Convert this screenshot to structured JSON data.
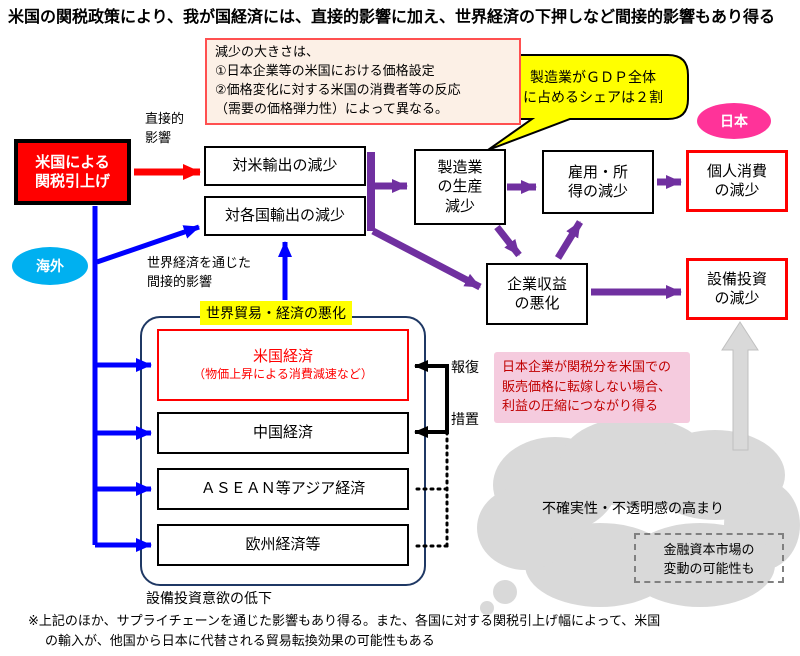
{
  "page": {
    "title": "米国の関税政策により、我が国経済には、直接的影響に加え、世界経済の下押しなど間接的影響もあり得る",
    "footnote": "※上記のほか、サプライチェーンを通じた影響もあり得る。また、各国に対する関税引上げ幅によって、米国\nの輸入が、他国から日本に代替される貿易転換効果の可能性もある"
  },
  "badges": {
    "japan": "日本",
    "overseas": "海外"
  },
  "callouts": {
    "price_setting_note": "減少の大きさは、\n①日本企業等の米国における価格設定\n②価格変化に対する米国の消費者等の反応\n（需要の価格弾力性）によって異なる。",
    "gdp_share_bubble": "製造業がＧＤＰ全体\nに占めるシェアは２割",
    "pass_through_note": "日本企業が関税分を米国での\n販売価格に転嫁しない場合、\n利益の圧縮につながり得る",
    "uncertainty": "不確実性・不透明感の高まり",
    "financial_market": "金融資本市場の\n変動の可能性も"
  },
  "flow_labels": {
    "direct_effect": "直接的\n影響",
    "indirect_effect": "世界経済を通じた\n間接的影響",
    "world_trade_deterioration": "世界貿易・経済の悪化",
    "retaliation": "報復\n措置",
    "capex_sentiment": "設備投資意欲の低下"
  },
  "nodes": {
    "us_tariff_hike": "米国による\n関税引上げ",
    "exports_to_us": "対米輸出の減少",
    "exports_to_countries": "対各国輸出の減少",
    "manufacturing_output": "製造業\nの生産\n減少",
    "employment_income": "雇用・所\n得の減少",
    "personal_consumption": "個人消費\nの減少",
    "corporate_profits": "企業収益\nの悪化",
    "capital_investment": "設備投資\nの減少",
    "us_economy": "米国経済",
    "us_economy_sub": "（物価上昇による消費減速など）",
    "china_economy": "中国経済",
    "asean_economy": "ＡＳＥＡＮ等アジア経済",
    "europe_economy": "欧州経済等"
  },
  "colors": {
    "tariff_box_bg": "#FF0000",
    "japan_badge_bg": "#FF3399",
    "overseas_badge_bg": "#00B0F0",
    "bubble_bg": "#FFFF00",
    "highlight_bg": "#FFFF00",
    "note_bg": "#FCF0E6",
    "note_border": "#FF5050",
    "pink_note_bg": "#F5CBDE",
    "pink_note_text": "#C00000",
    "arrow_blue": "#0000FF",
    "arrow_purple": "#7030A0",
    "arrow_red": "#FF0000",
    "cloud_gray": "#D9D9D9",
    "container_border": "#1F3864"
  }
}
